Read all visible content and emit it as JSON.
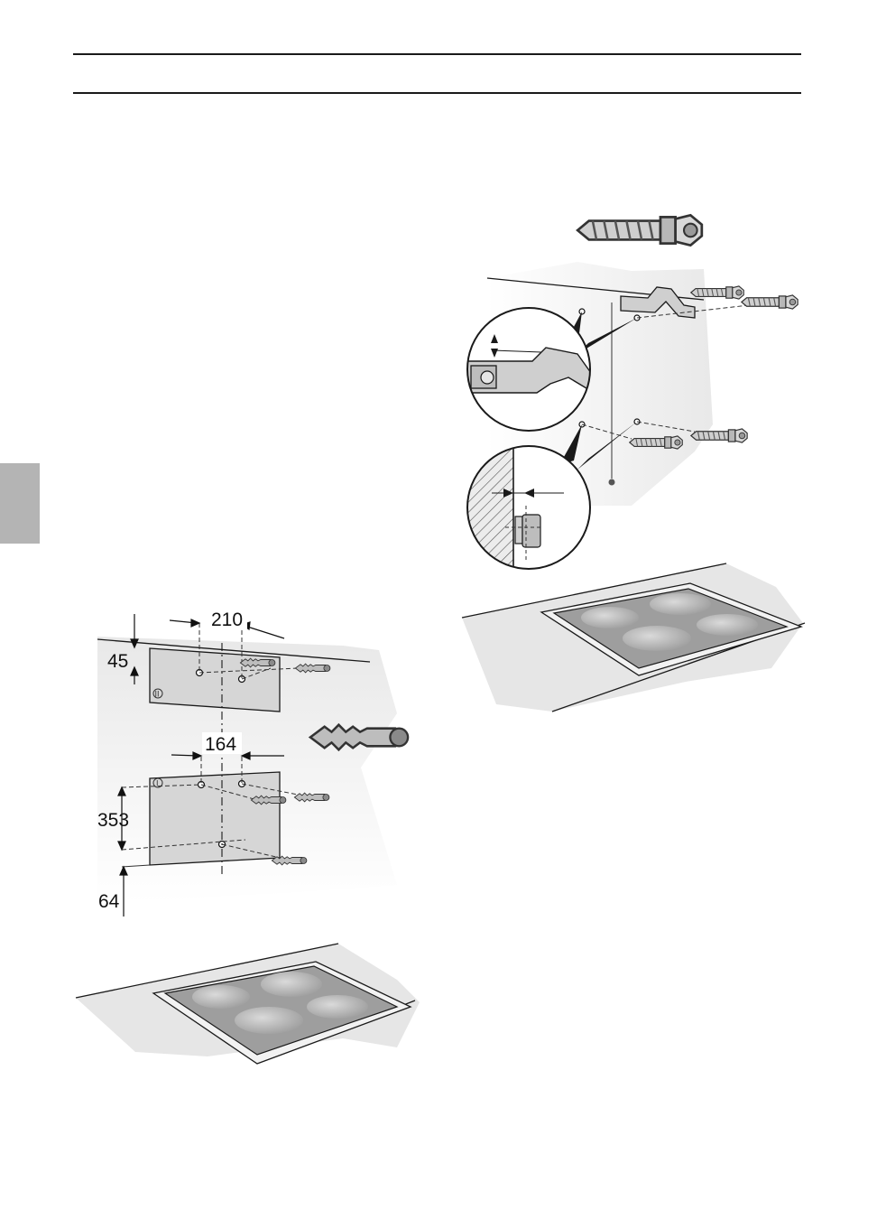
{
  "page": {
    "header_rules": 2,
    "side_tab_color": "#b4b4b4"
  },
  "figure_left": {
    "dimensions": {
      "top_width": "210",
      "top_offset": "45",
      "bottom_width": "164",
      "vertical_spacing": "353",
      "bottom_offset": "64"
    },
    "template_marks": {
      "upper": "II",
      "lower": "I"
    }
  },
  "figure_right": {
    "components": [
      "screw",
      "wall-plug",
      "mounting-bracket",
      "hob"
    ]
  },
  "colors": {
    "wall": "#e6e6e6",
    "hob_frame": "#8c8c8c",
    "hob_glass": "#a3a3a3",
    "burner": "#c8c8c8",
    "line": "#1a1a1a"
  }
}
